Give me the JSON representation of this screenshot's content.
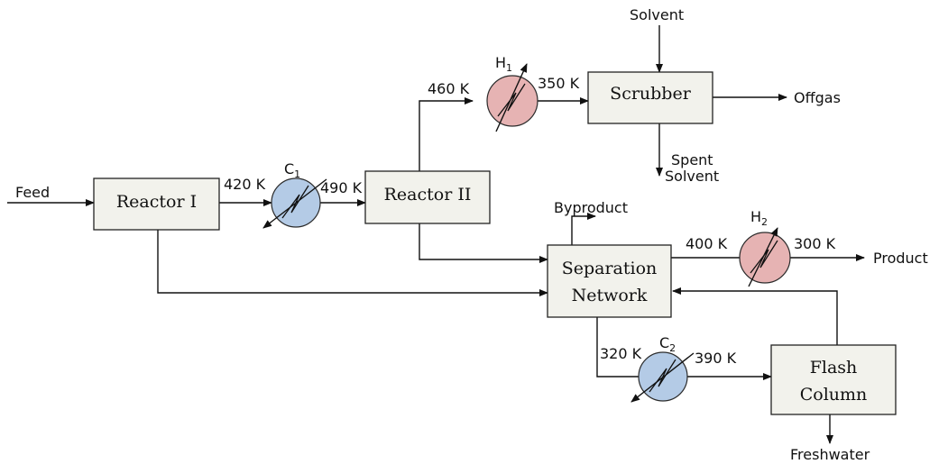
{
  "colors": {
    "cooler_fill": "#b4cbe6",
    "heater_fill": "#e6b3b3",
    "box_fill": "#f2f2ec",
    "line": "#111111"
  },
  "units": {
    "reactor1": "Reactor I",
    "reactor2": "Reactor II",
    "scrubber": "Scrubber",
    "separation_line1": "Separation",
    "separation_line2": "Network",
    "flash_line1": "Flash",
    "flash_line2": "Column"
  },
  "exchangers": {
    "c1": {
      "letter": "C",
      "sub": "1"
    },
    "c2": {
      "letter": "C",
      "sub": "2"
    },
    "h1": {
      "letter": "H",
      "sub": "1"
    },
    "h2": {
      "letter": "H",
      "sub": "2"
    }
  },
  "streams": {
    "feed": "Feed",
    "solvent": "Solvent",
    "offgas": "Offgas",
    "spent_line1": "Spent",
    "spent_line2": "Solvent",
    "byproduct": "Byproduct",
    "product": "Product",
    "freshwater": "Freshwater"
  },
  "temperatures": {
    "c1_in": "420 K",
    "c1_out": "490 K",
    "h1_in": "460 K",
    "h1_out": "350 K",
    "h2_in": "400 K",
    "h2_out": "300 K",
    "c2_in": "320 K",
    "c2_out": "390 K"
  }
}
